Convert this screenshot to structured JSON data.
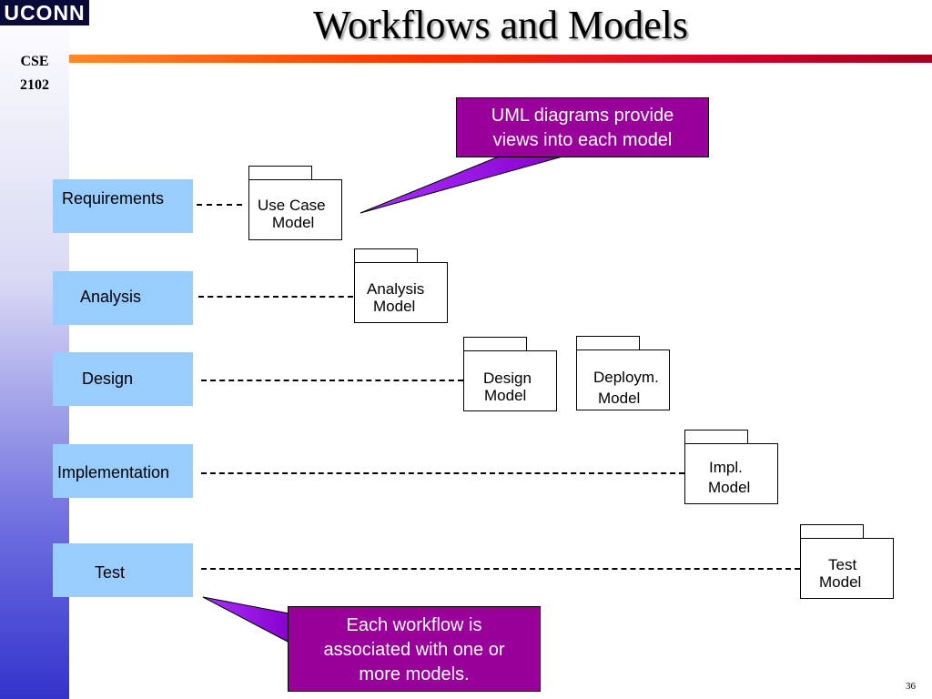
{
  "logo": "UCONN",
  "course": {
    "line1": "CSE",
    "line2": "2102"
  },
  "title": "Workflows and Models",
  "workflows": [
    {
      "label": "Requirements"
    },
    {
      "label": "Analysis"
    },
    {
      "label": "Design"
    },
    {
      "label": "Implementation"
    },
    {
      "label": "Test"
    }
  ],
  "models": {
    "use_case": {
      "line1": "Use Case",
      "line2": "Model"
    },
    "analysis": {
      "line1": "Analysis",
      "line2": "Model"
    },
    "design": {
      "line1": "Design",
      "line2": "Model"
    },
    "deployment": {
      "line1": "Deploym.",
      "line2": "Model"
    },
    "implementation": {
      "line1": "Impl.",
      "line2": "Model"
    },
    "test": {
      "line1": "Test",
      "line2": "Model"
    }
  },
  "callouts": {
    "uml": {
      "line1": "UML diagrams provide",
      "line2": "views into each model"
    },
    "workflow": {
      "line1": "Each workflow is",
      "line2": "associated with one or",
      "line3": "more models."
    }
  },
  "page_number": "36",
  "colors": {
    "workflow_box": "#99ccff",
    "callout_fill": "#990099",
    "callout_text": "#ffffff",
    "title_bar": "#ff3300",
    "sidebar": "#3333cc"
  }
}
